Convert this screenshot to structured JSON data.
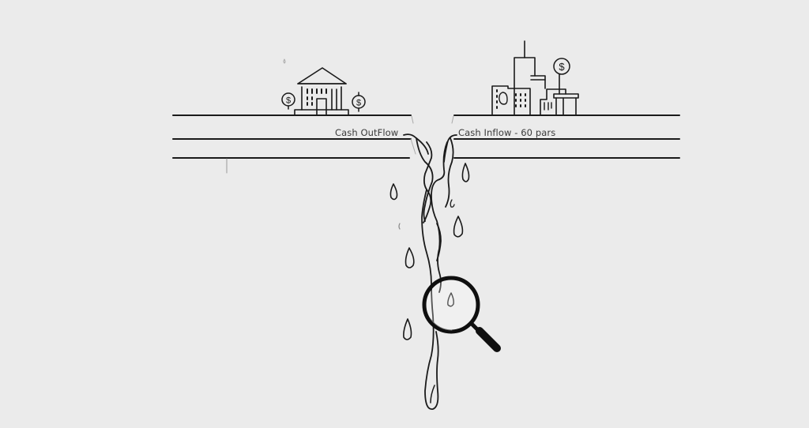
{
  "illustration": {
    "background_color": "#ebebeb",
    "stroke_color": "#1a1a1a",
    "left_side": {
      "icon": "bank-building-icon",
      "coins": [
        "dollar-coin-icon",
        "dollar-coin-icon"
      ],
      "label": "Cash OutFlow"
    },
    "right_side": {
      "icon": "city-skyline-icon",
      "coins": [
        "dollar-coin-icon"
      ],
      "label": "Cash Inflow - 60 pars"
    },
    "center": {
      "elements": [
        "leaking-stream",
        "water-drops",
        "magnifying-glass-icon"
      ]
    }
  }
}
